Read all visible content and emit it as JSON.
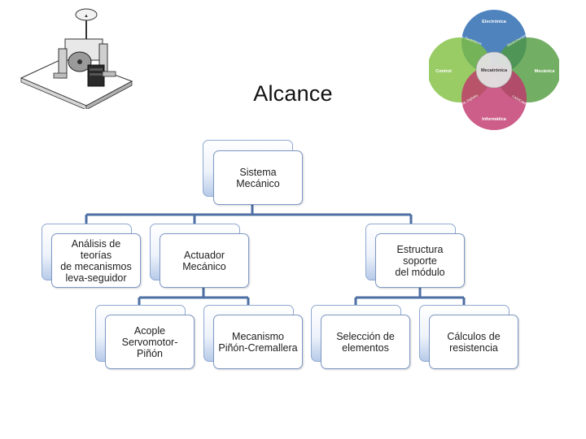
{
  "slide": {
    "title": "Alcance"
  },
  "tree": {
    "root": {
      "line1": "Sistema Mecánico",
      "line2": ""
    },
    "analisis": {
      "line1": "Análisis de teorías",
      "line2": "de mecanismos",
      "line3": "leva-seguidor"
    },
    "actuador": {
      "line1": "Actuador",
      "line2": "Mecánico"
    },
    "estructura": {
      "line1": "Estructura soporte",
      "line2": "del módulo"
    },
    "acople": {
      "line1": "Acople",
      "line2": "Servomotor-Piñón"
    },
    "mecanismo": {
      "line1": "Mecanismo",
      "line2": "Piñón-Cremallera"
    },
    "seleccion": {
      "line1": "Selección de",
      "line2": "elementos"
    },
    "calculos": {
      "line1": "Cálculos de",
      "line2": "resistencia"
    }
  },
  "venn": {
    "center": "Mecatrónica",
    "top": "Electrónica",
    "left": "Control",
    "right": "Mecánica",
    "bottom": "Informática",
    "overlap_top_left": "Sist. Electrónicos",
    "overlap_top_right": "Electromecánica",
    "overlap_bottom_left": "Sist. Digitales",
    "overlap_bottom_right": "CAD/CAM",
    "colors": {
      "top": "#2f6db3",
      "left": "#7fbf3f",
      "right": "#4f9a3c",
      "bottom": "#c0356b",
      "center": "#d8d8d8"
    }
  },
  "colors": {
    "connector": "#4d6fa3",
    "node_border": "#7e98c4",
    "node_gradient_bottom": "#b7cbe9"
  },
  "illustration": {
    "subject": "mechanism-module-illustration"
  }
}
